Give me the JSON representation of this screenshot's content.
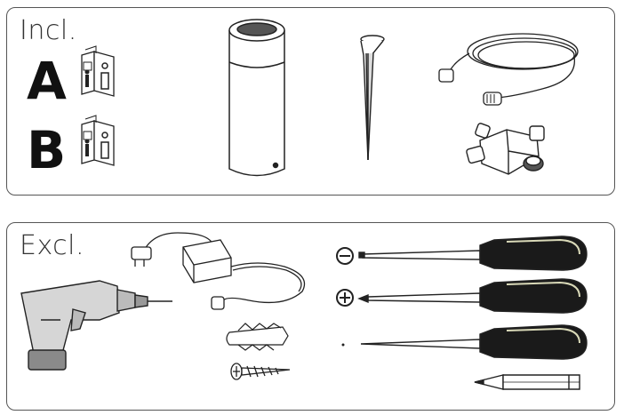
{
  "included": {
    "heading": "Incl.",
    "manual_a_letter": "A",
    "manual_b_letter": "B"
  },
  "excluded": {
    "heading": "Excl."
  },
  "icons": [
    "manual-booklet-icon",
    "bollard-lamp-icon",
    "ground-spike-icon",
    "cable-icon",
    "t-connector-icon",
    "drill-icon",
    "power-adapter-icon",
    "wall-plug-icon",
    "screw-icon",
    "flathead-screwdriver-icon",
    "phillips-screwdriver-icon",
    "awl-icon",
    "pencil-icon",
    "minus-symbol-icon",
    "plus-symbol-icon"
  ],
  "colors": {
    "outline": "#222222",
    "handle_dark": "#1a1a1a",
    "handle_accent": "#d9d9b8",
    "drill_body": "#d6d6d6",
    "drill_battery": "#8a8a8a"
  }
}
